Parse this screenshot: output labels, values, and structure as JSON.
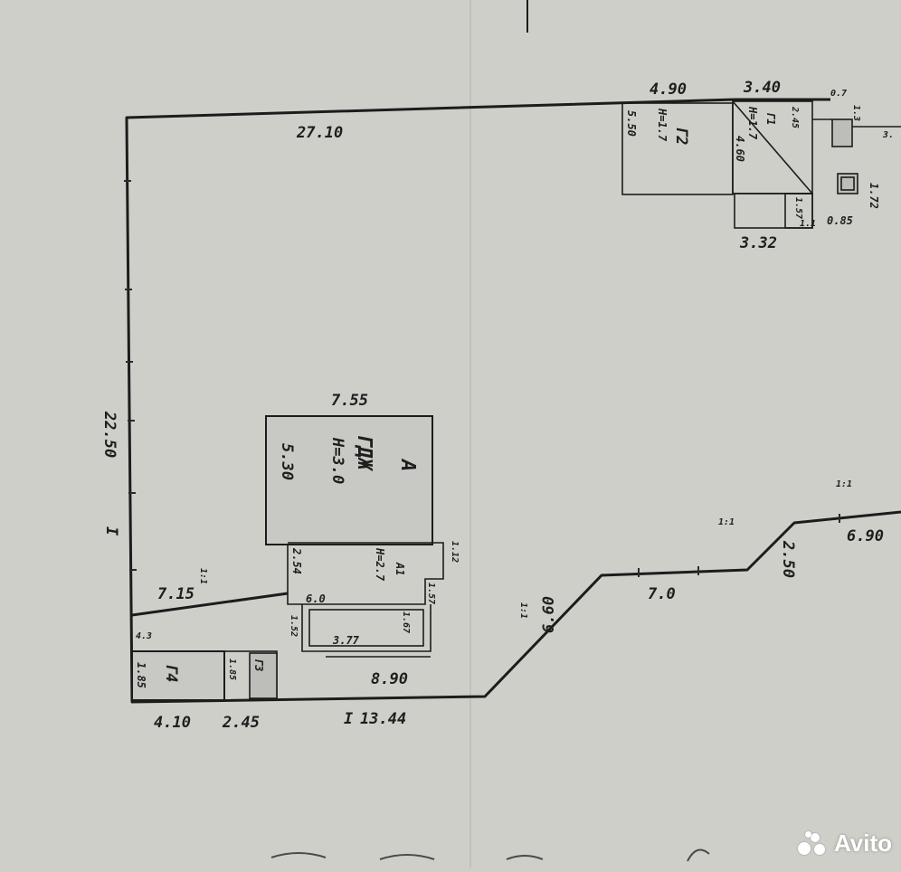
{
  "plan": {
    "boundary_top": "27.10",
    "boundary_left": "22.50",
    "left_mark": "I",
    "seg_top_a": "4.90",
    "seg_top_b": "3.40",
    "g2_label": "Г2",
    "g2_height": "H=1.7",
    "g2_side": "5.50",
    "g1_label": "Г1",
    "g1_height": "H=1.7",
    "g1_side": "4.60",
    "g1_top_side": "2.45",
    "small_a_side": "1.57",
    "small_a_label": "1.1",
    "bottom_right_len": "3.32",
    "tiny_top": "0.7",
    "tiny_side_a": "1.3",
    "tiny_side_b": "3.",
    "box_side": "1.72",
    "box_bottom": "0.85",
    "house_top": "7.55",
    "house_label": "А",
    "house_use": "ГДЖ",
    "house_height": "H=3.0",
    "house_side": "5.30",
    "a1_label": "А1",
    "a1_height": "H=2.7",
    "a1_side": "2.54",
    "a1_len": "6.0",
    "a1_right": "1.12",
    "a1_right_b": "1.57",
    "a_small_side": "1.52",
    "a_small_len": "3.77",
    "a_small_right": "1.67",
    "fence_left": "7.15",
    "fence_mark_a": "1:1",
    "bottom_mid": "8.90",
    "bottom_under": "13.44",
    "bottom_under_mark": "I",
    "g4_label": "Г4",
    "g4_side": "1.85",
    "g4_top": "4.3",
    "g4_bottom": "4.10",
    "g3_label": "Г3",
    "g3_side": "1.85",
    "g3_bottom": "2.45",
    "diag_a": "6.60",
    "diag_a_mark": "1:1",
    "mid_run": "7.0",
    "diag_b": "2.50",
    "diag_b_mark": "1:1",
    "right_run": "6.90",
    "right_run_mark": "1:1"
  },
  "watermark": {
    "brand": "Avito"
  },
  "colors": {
    "paper": "#cfcfca",
    "ink": "#1c1c1c"
  }
}
